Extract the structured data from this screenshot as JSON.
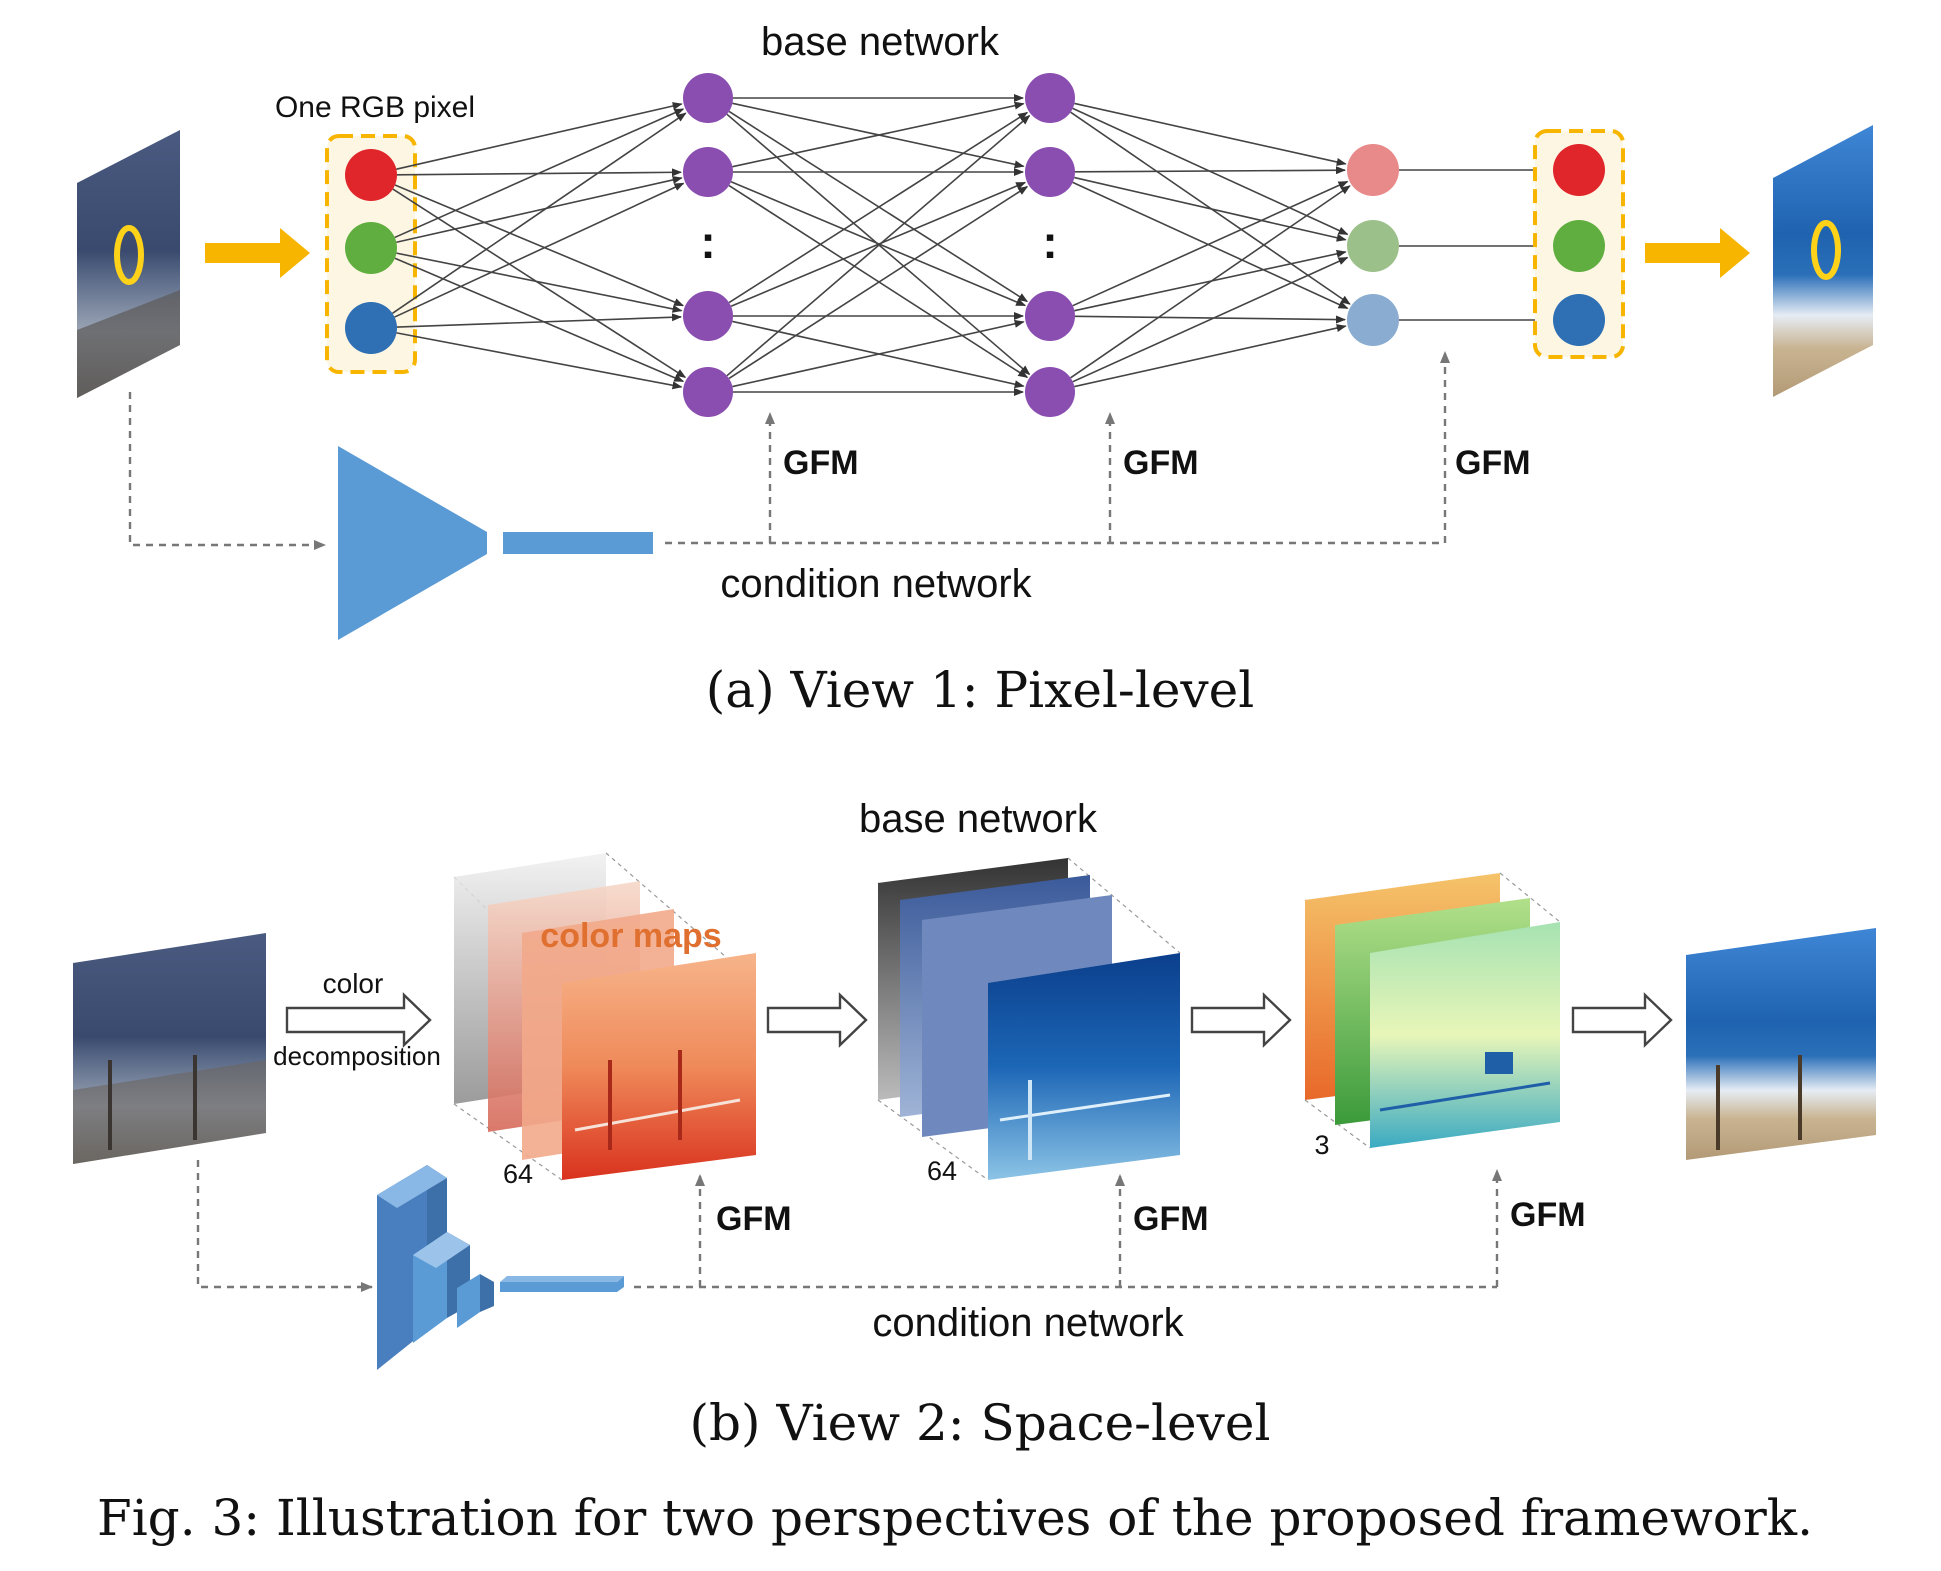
{
  "panel_a": {
    "base_label": "base network",
    "pixel_label": "One RGB pixel",
    "ellipsis": ":",
    "gfm_labels": [
      "GFM",
      "GFM",
      "GFM"
    ],
    "condition_label": "condition network",
    "caption": "(a) View 1: Pixel-level"
  },
  "panel_b": {
    "base_label": "base network",
    "color_maps_label": "color maps",
    "decomp_label_1": "color",
    "decomp_label_2": "decomposition",
    "count_labels": [
      "64",
      "64",
      "3"
    ],
    "gfm_labels": [
      "GFM",
      "GFM",
      "GFM"
    ],
    "condition_label": "condition network",
    "caption": "(b) View 2: Space-level"
  },
  "figure_caption": "Fig. 3: Illustration for two perspectives of the proposed framework.",
  "colors": {
    "red_node": "#e0262b",
    "green_node": "#5fae3f",
    "blue_node": "#2f6fb4",
    "purple_node": "#8a4db0",
    "yellow_arrow": "#f7b500",
    "condition_blue": "#5b9bd5"
  }
}
